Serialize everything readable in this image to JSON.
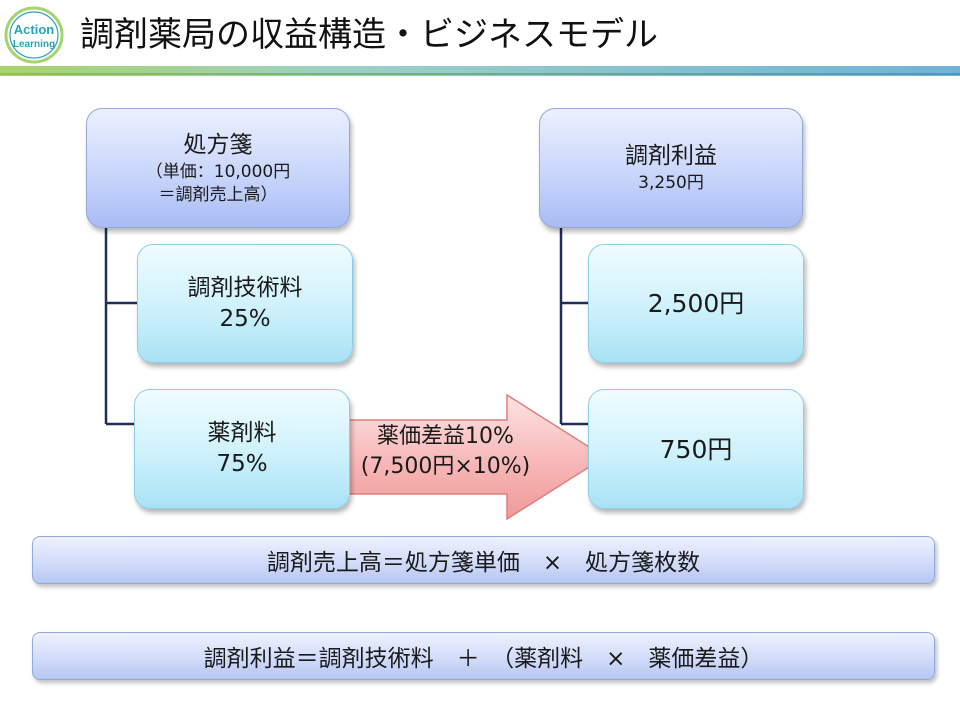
{
  "header": {
    "logo_text_line1": "Action",
    "logo_text_line2": "Learning",
    "title": "調剤薬局の収益構造・ビジネスモデル"
  },
  "left_tree": {
    "root": {
      "title": "処方箋",
      "sub1": "（単価：10,000円",
      "sub2": "＝調剤売上高）"
    },
    "child1": {
      "title": "調剤技術料",
      "value": "25%"
    },
    "child2": {
      "title": "薬剤料",
      "value": "75%"
    }
  },
  "arrow": {
    "line1": "薬価差益10%",
    "line2": "(7,500円×10%)"
  },
  "right_tree": {
    "root": {
      "title": "調剤利益",
      "value": "3,250円"
    },
    "child1": {
      "value": "2,500円"
    },
    "child2": {
      "value": "750円"
    }
  },
  "formulas": {
    "sales": "調剤売上高＝処方箋単価　×　処方箋枚数",
    "profit": "調剤利益＝調剤技術料　＋　（薬剤料　×　薬価差益）"
  },
  "colors": {
    "box_blue": "#c9d6fb",
    "box_cyan": "#cdf1fb",
    "arrow_fill": "#f6a8a8",
    "connector": "#1f2f57",
    "logo_teal": "#2aa3b8"
  }
}
